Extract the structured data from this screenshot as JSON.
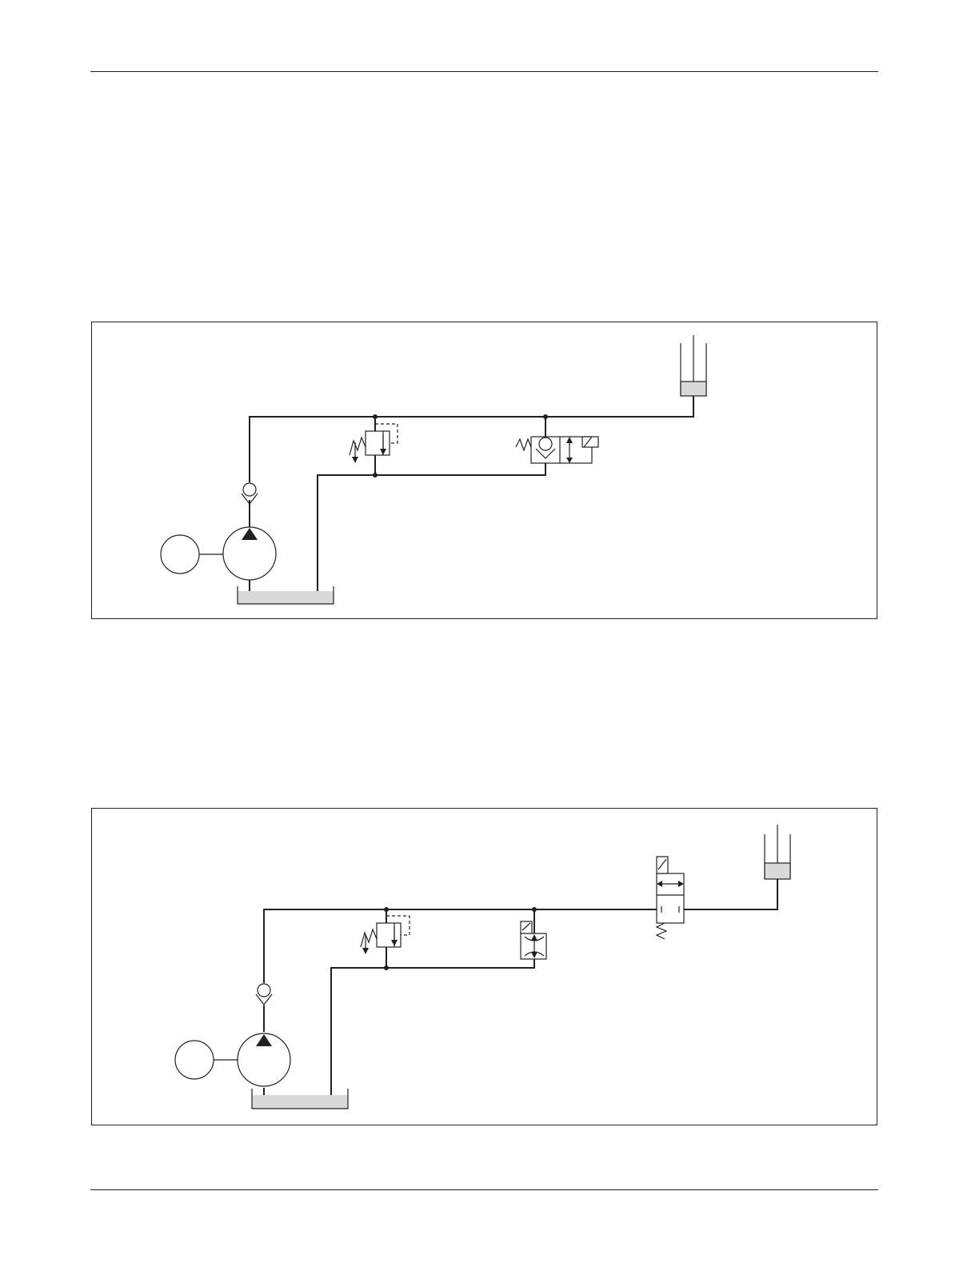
{
  "page": {
    "header_rule": true,
    "footer_rule": true
  },
  "diagrams": [
    {
      "id": "circuit-1",
      "components": [
        "motor",
        "pump",
        "check-valve",
        "reservoir",
        "relief-valve",
        "solenoid-check-valve",
        "cylinder"
      ]
    },
    {
      "id": "circuit-2",
      "components": [
        "motor",
        "pump",
        "check-valve",
        "reservoir",
        "relief-valve",
        "solenoid-flow-control-valve",
        "solenoid-directional-valve",
        "cylinder"
      ]
    }
  ],
  "colors": {
    "line": "#231f20",
    "fluid": "#d9d9d9",
    "background": "#ffffff"
  }
}
